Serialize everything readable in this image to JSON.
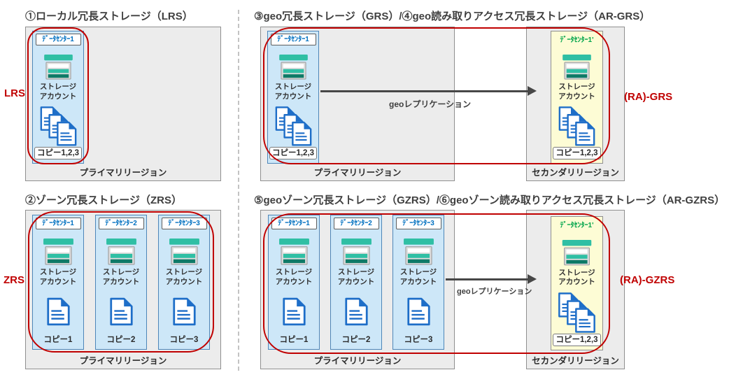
{
  "colors": {
    "annotation_red": "#C00000",
    "datacenter_blue_fill": "#CDE7F8",
    "datacenter_yellow_fill": "#FDFCD5",
    "datacenter_name_blue": "#0070C0",
    "datacenter_name_green": "#00A44A",
    "storage_icon_teal": "#2FBFA4",
    "document_icon_blue": "#1E6EC8",
    "region_fill": "#ECECEC",
    "arrow_gray": "#474747",
    "title_gray": "#3F3F3F"
  },
  "panels": {
    "lrs": {
      "title": "①ローカル冗長ストレージ（LRS）",
      "annotation": "LRS",
      "primary_region_label": "プライマリリージョン",
      "datacenter": {
        "name": "ﾃﾞｰﾀｾﾝﾀｰ1",
        "storage_line1": "ストレージ",
        "storage_line2": "アカウント",
        "copy_label": "コピー1,2,3"
      }
    },
    "zrs": {
      "title": "②ゾーン冗長ストレージ（ZRS）",
      "annotation": "ZRS",
      "primary_region_label": "プライマリリージョン",
      "datacenters": [
        {
          "name": "ﾃﾞｰﾀｾﾝﾀｰ1",
          "storage_line1": "ストレージ",
          "storage_line2": "アカウント",
          "copy_label": "コピー1"
        },
        {
          "name": "ﾃﾞｰﾀｾﾝﾀｰ2",
          "storage_line1": "ストレージ",
          "storage_line2": "アカウント",
          "copy_label": "コピー2"
        },
        {
          "name": "ﾃﾞｰﾀｾﾝﾀｰ3",
          "storage_line1": "ストレージ",
          "storage_line2": "アカウント",
          "copy_label": "コピー3"
        }
      ]
    },
    "grs": {
      "title": "③geo冗長ストレージ（GRS）/④geo読み取りアクセス冗長ストレージ（AR-GRS）",
      "annotation": "(RA)-GRS",
      "arrow_label": "geoレプリケーション",
      "primary_region_label": "プライマリリージョン",
      "secondary_region_label": "セカンダリリージョン",
      "primary_datacenter": {
        "name": "ﾃﾞｰﾀｾﾝﾀｰ1",
        "storage_line1": "ストレージ",
        "storage_line2": "アカウント",
        "copy_label": "コピー1,2,3"
      },
      "secondary_datacenter": {
        "name": "ﾃﾞｰﾀｾﾝﾀｰ1'",
        "storage_line1": "ストレージ",
        "storage_line2": "アカウント",
        "copy_label": "コピー1,2,3"
      }
    },
    "gzrs": {
      "title": "⑤geoゾーン冗長ストレージ（GZRS）/⑥geoゾーン読み取りアクセス冗長ストレージ（AR-GZRS）",
      "annotation": "(RA)-GZRS",
      "arrow_label": "geoレプリケーション",
      "primary_region_label": "プライマリリージョン",
      "secondary_region_label": "セカンダリリージョン",
      "primary_datacenters": [
        {
          "name": "ﾃﾞｰﾀｾﾝﾀｰ1",
          "storage_line1": "ストレージ",
          "storage_line2": "アカウント",
          "copy_label": "コピー1"
        },
        {
          "name": "ﾃﾞｰﾀｾﾝﾀｰ2",
          "storage_line1": "ストレージ",
          "storage_line2": "アカウント",
          "copy_label": "コピー2"
        },
        {
          "name": "ﾃﾞｰﾀｾﾝﾀｰ3",
          "storage_line1": "ストレージ",
          "storage_line2": "アカウント",
          "copy_label": "コピー3"
        }
      ],
      "secondary_datacenter": {
        "name": "ﾃﾞｰﾀｾﾝﾀｰ1'",
        "storage_line1": "ストレージ",
        "storage_line2": "アカウント",
        "copy_label": "コピー1,2,3"
      }
    }
  }
}
